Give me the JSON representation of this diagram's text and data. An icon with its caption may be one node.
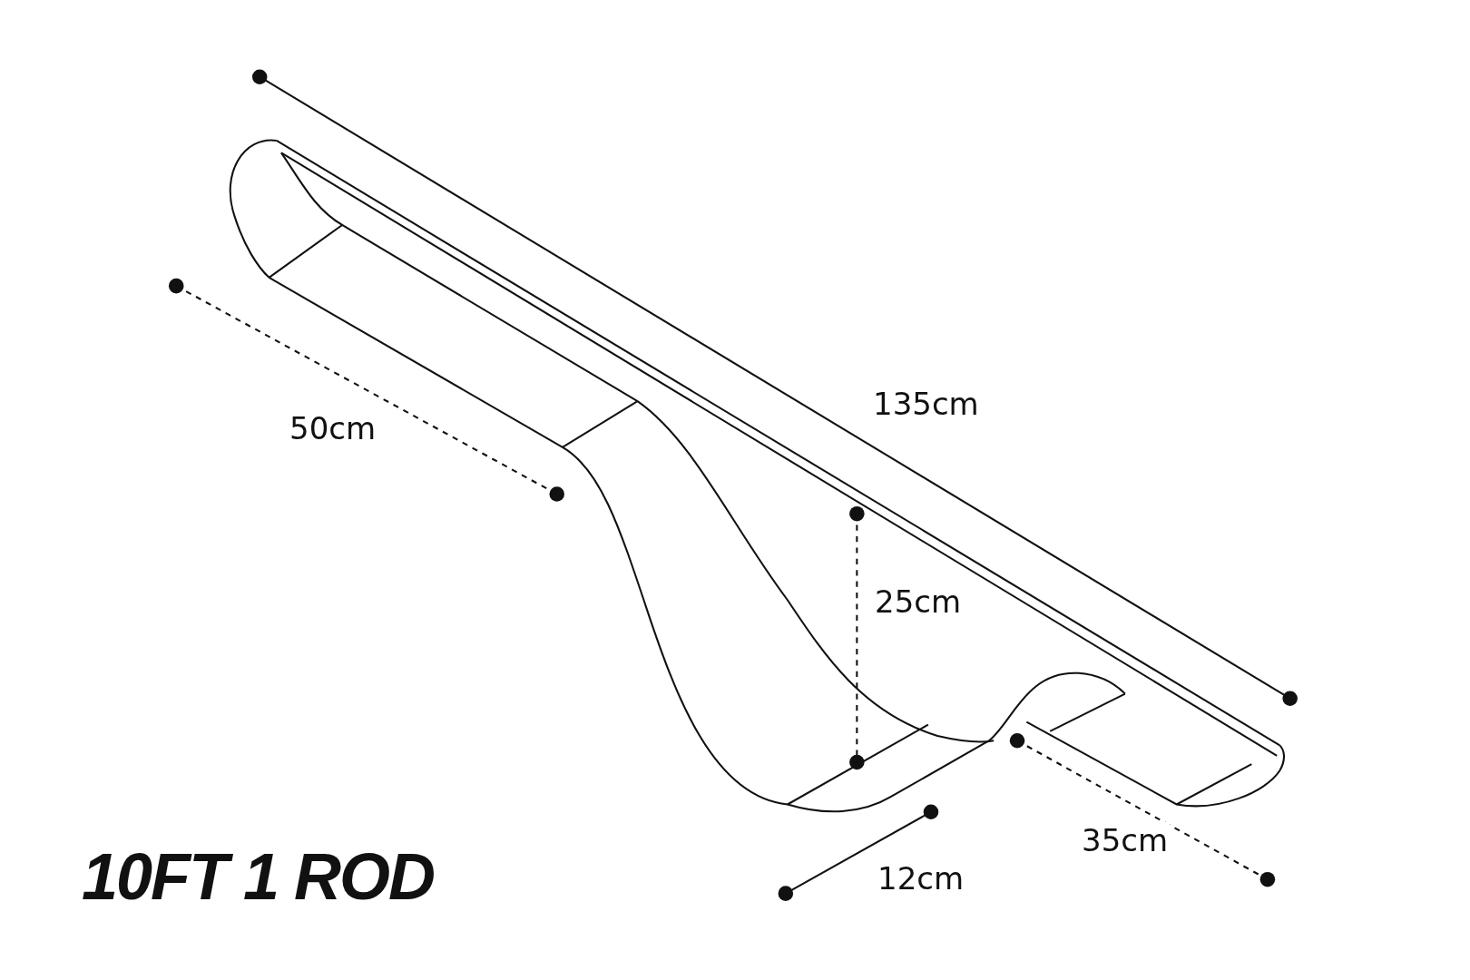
{
  "diagram": {
    "title": "10FT 1 ROD",
    "labels": [
      "135cm",
      "50cm",
      "25cm",
      "35cm",
      "12cm"
    ]
  }
}
